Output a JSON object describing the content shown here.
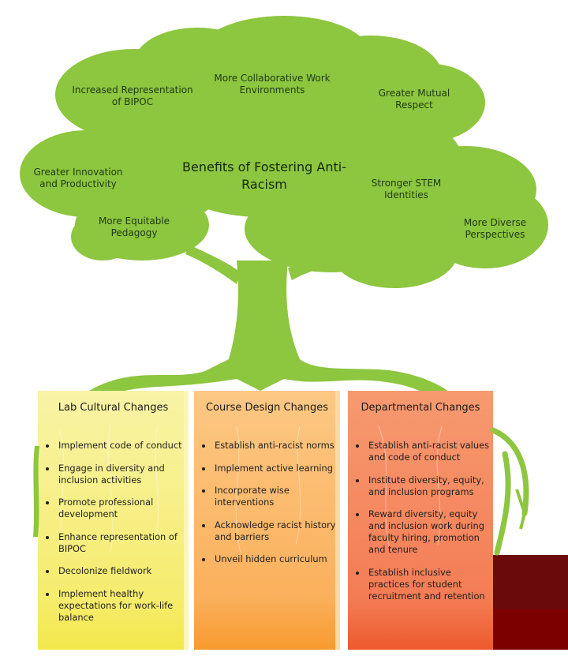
{
  "title": "Benefits of Fostering Anti-Racism",
  "benefits": [
    "Increased Representation of BIPOC",
    "More Collaborative Work Environments",
    "Greater Mutual Respect",
    "Greater Innovation and Productivity",
    "Stronger STEM Identities",
    "More Equitable Pedagogy",
    "More Diverse Perspectives"
  ],
  "columns": [
    {
      "heading": "Lab Cultural Changes",
      "items": [
        "Implement code of conduct",
        "Engage in diversity and inclusion activities",
        "Promote professional development",
        "Enhance representation of BIPOC",
        "Decolonize fieldwork",
        "Implement healthy expectations for work-life balance"
      ]
    },
    {
      "heading": "Course Design Changes",
      "items": [
        "Establish anti-racist norms",
        "Implement active learning",
        "Incorporate wise interventions",
        "Acknowledge racist history and barriers",
        "Unveil hidden curriculum"
      ]
    },
    {
      "heading": "Departmental Changes",
      "items": [
        "Establish anti-racist values and code of conduct",
        "Institute diversity, equity, and inclusion programs",
        "Reward diversity, equity and inclusion work during faculty hiring, promotion and tenure",
        "Establish inclusive practices for student recruitment and retention"
      ]
    }
  ],
  "colors": {
    "tree": "#8dc63f",
    "lab": "#f7f089",
    "course": "#fbbd6a",
    "dept": "#f58a5f",
    "dark_red": "#7a0000"
  }
}
